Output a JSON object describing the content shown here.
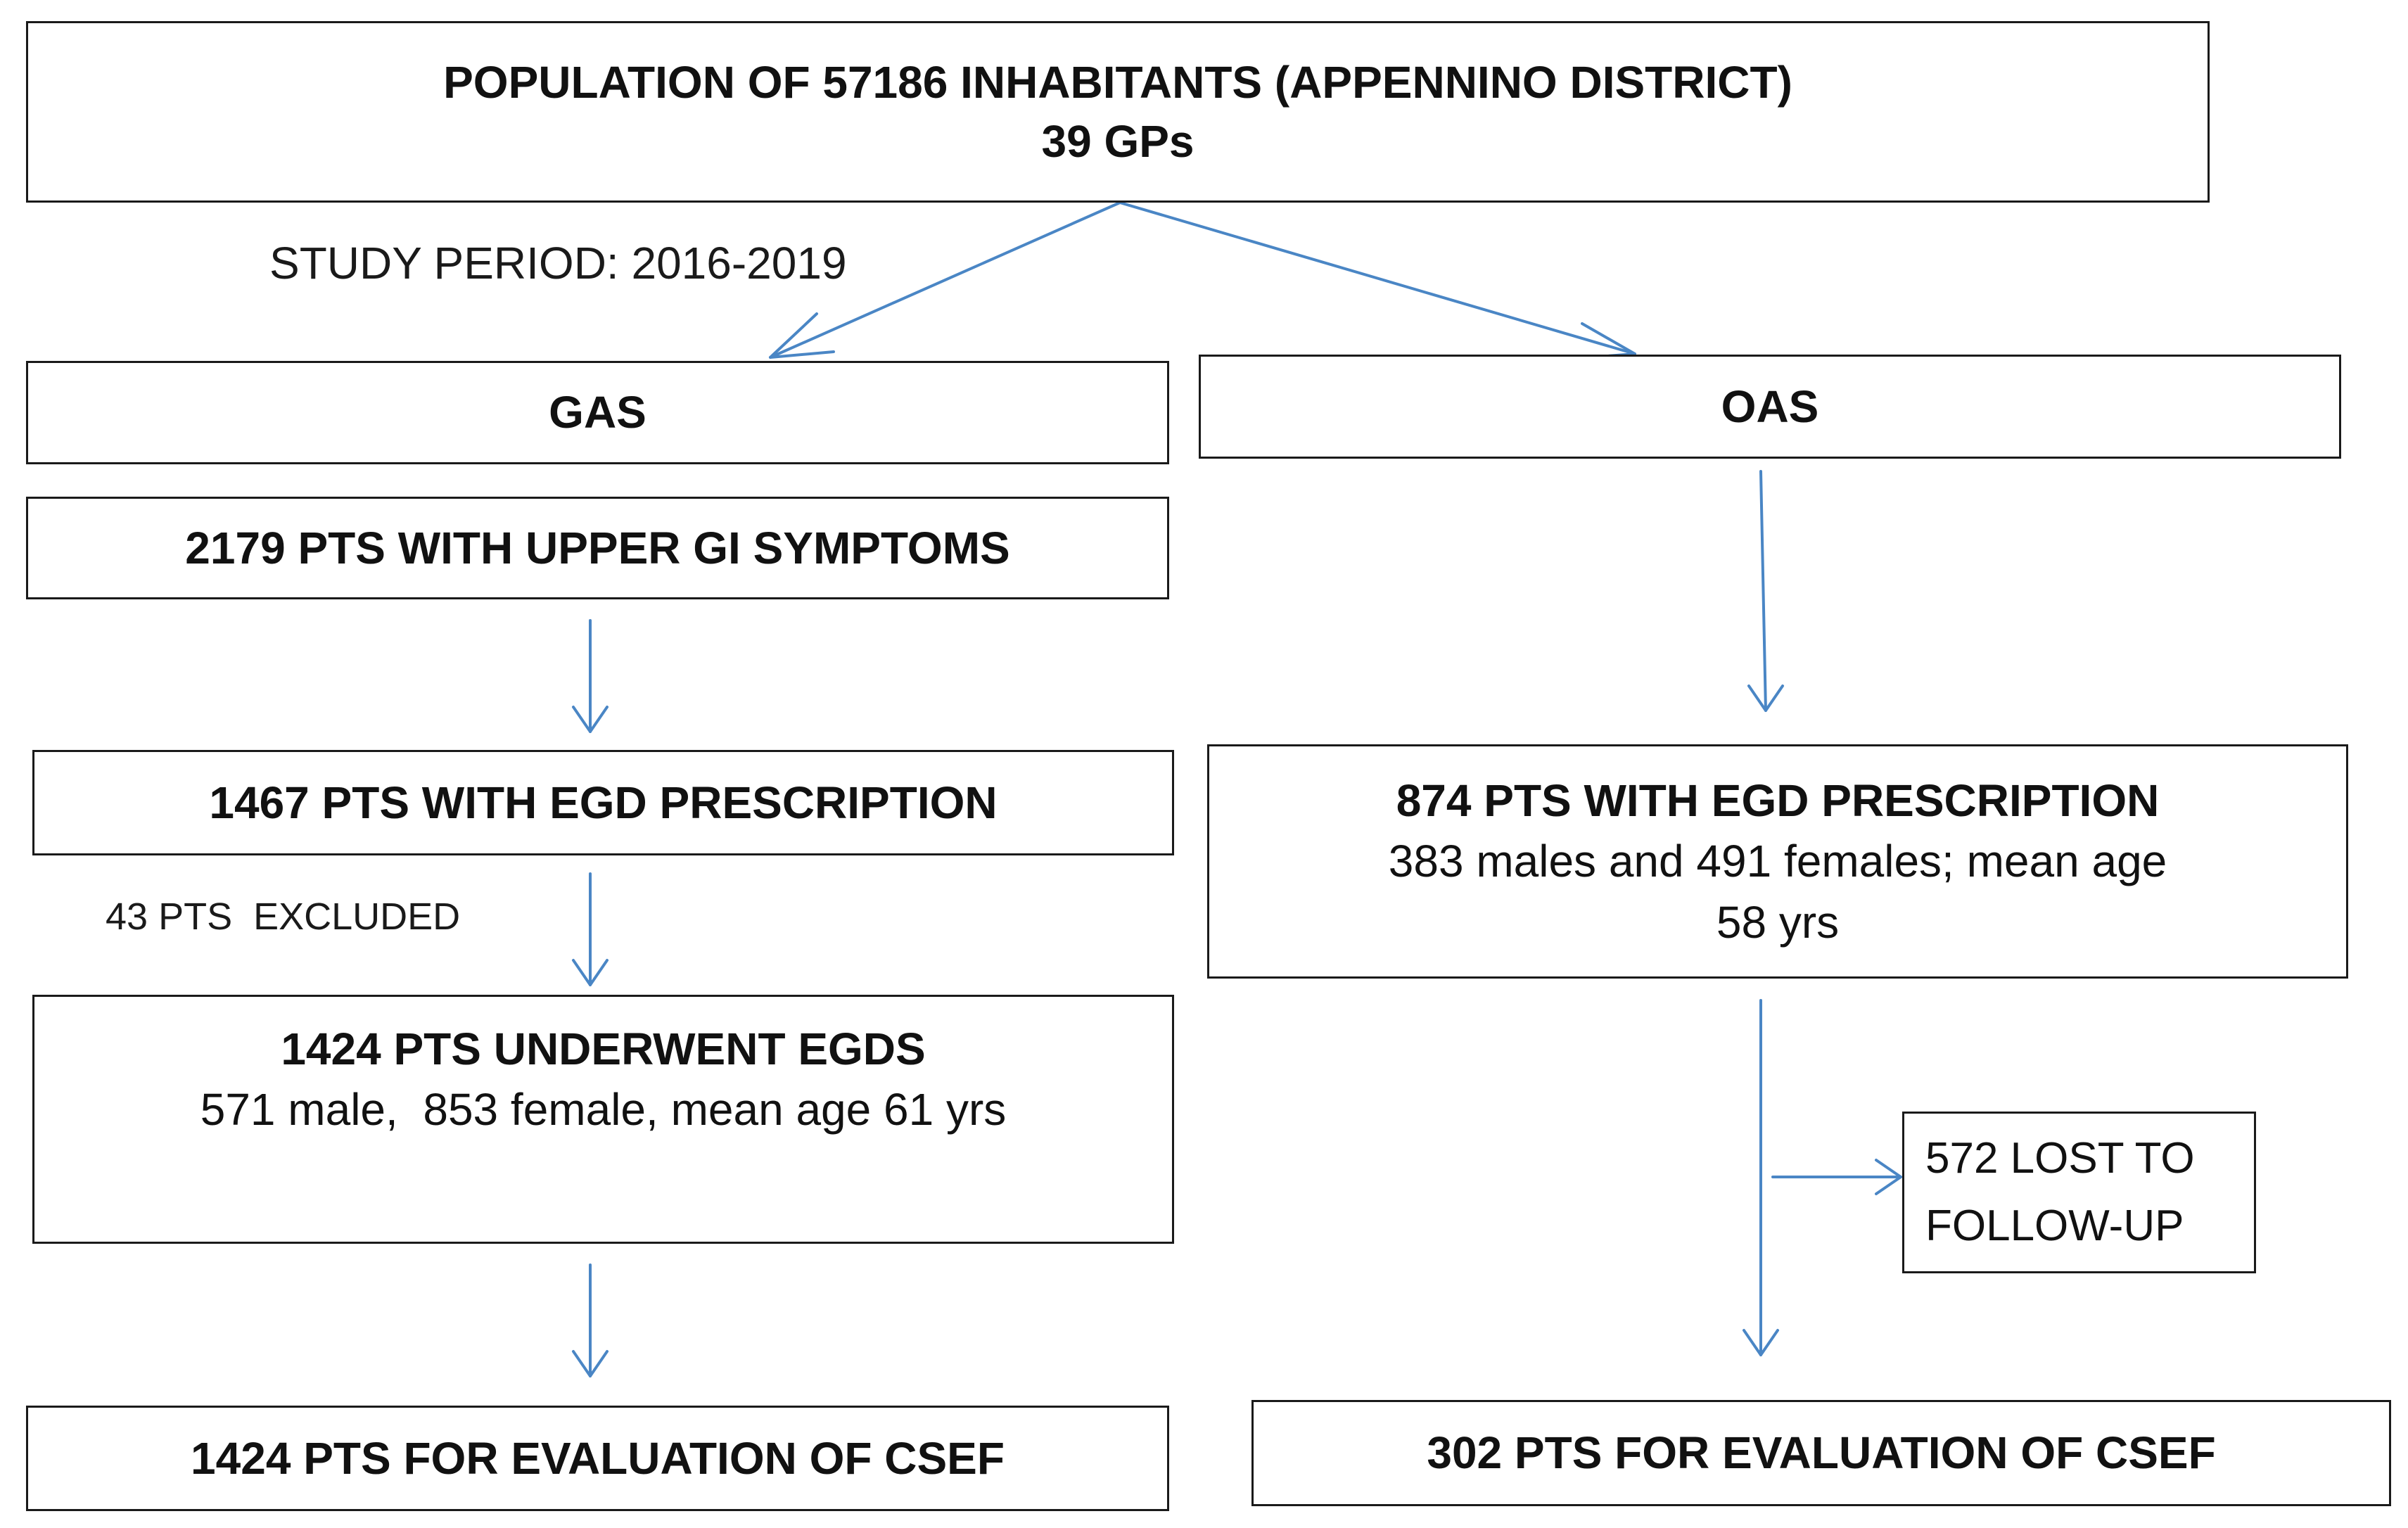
{
  "population": {
    "line1": "POPULATION OF 57186 INHABITANTS (APPENNINO DISTRICT)",
    "line2": "39 GPs"
  },
  "study_period": "STUDY PERIOD: 2016-2019",
  "gas": {
    "header": "GAS",
    "symptoms": "2179 PTS WITH UPPER GI SYMPTOMS",
    "prescription": "1467 PTS WITH EGD PRESCRIPTION",
    "excluded": "43 PTS  EXCLUDED",
    "underwent_title": "1424 PTS UNDERWENT EGDS",
    "underwent_detail": "571 male,  853 female, mean age 61 yrs",
    "evaluation": "1424 PTS FOR EVALUATION OF CSEF"
  },
  "oas": {
    "header": "OAS",
    "prescription_title": "874 PTS WITH EGD PRESCRIPTION",
    "prescription_detail_1": "383 males and 491 females; mean age",
    "prescription_detail_2": "58 yrs",
    "lost": "572 LOST TO FOLLOW-UP",
    "evaluation": "302 PTS FOR EVALUATION OF CSEF"
  },
  "colors": {
    "arrow": "#4a86c5",
    "border": "#1a1a1a",
    "text": "#111111"
  }
}
